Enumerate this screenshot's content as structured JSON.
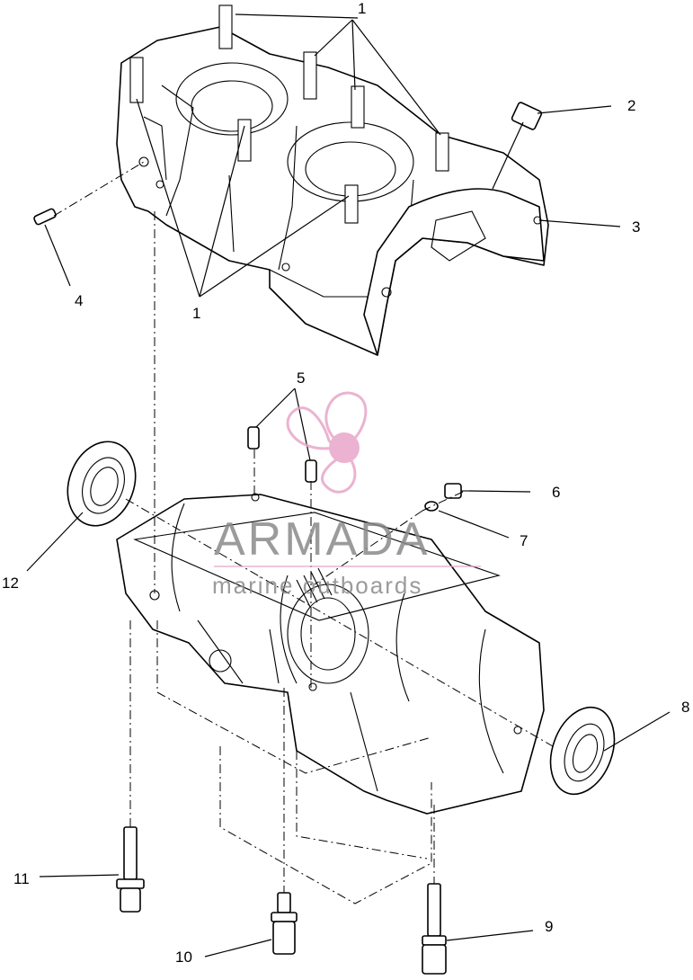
{
  "callouts": {
    "c1": "1",
    "c1b": "1",
    "c2": "2",
    "c3": "3",
    "c4": "4",
    "c5": "5",
    "c6": "6",
    "c7": "7",
    "c8": "8",
    "c9": "9",
    "c10": "10",
    "c11": "11",
    "c12": "12"
  },
  "watermark": {
    "brand": "ARMADA",
    "tagline": "marine outboards",
    "color": "#e8a6c9"
  }
}
